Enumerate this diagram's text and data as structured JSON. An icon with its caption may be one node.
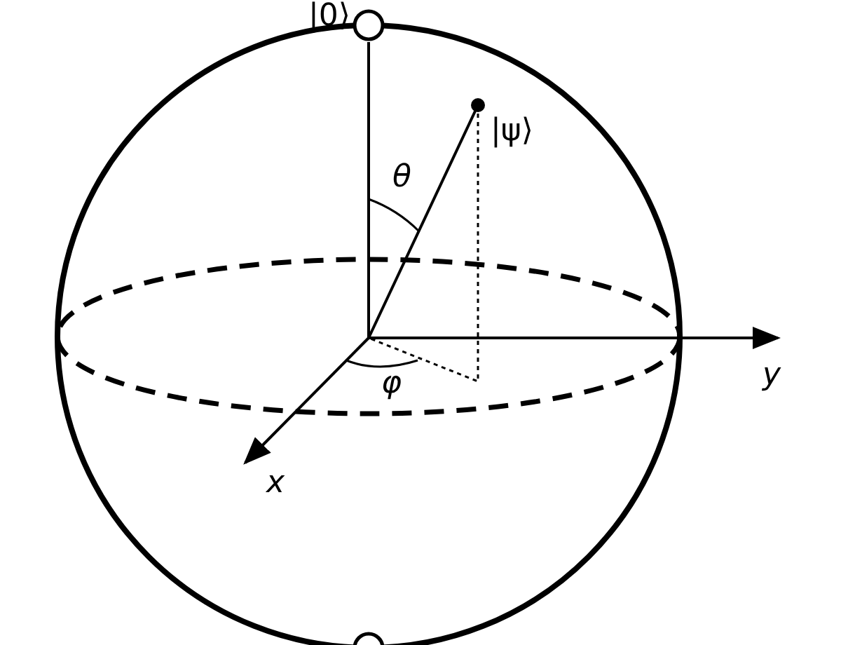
{
  "diagram": {
    "nodes": [
      {
        "text": [
          "|0⟩"
        ]
      },
      {
        "text": [
          "|ψ⟩"
        ]
      },
      {
        "text": [],
        "shape": "circle"
      }
    ],
    "labels": [
      "θ",
      "y",
      "φ",
      "x"
    ]
  }
}
